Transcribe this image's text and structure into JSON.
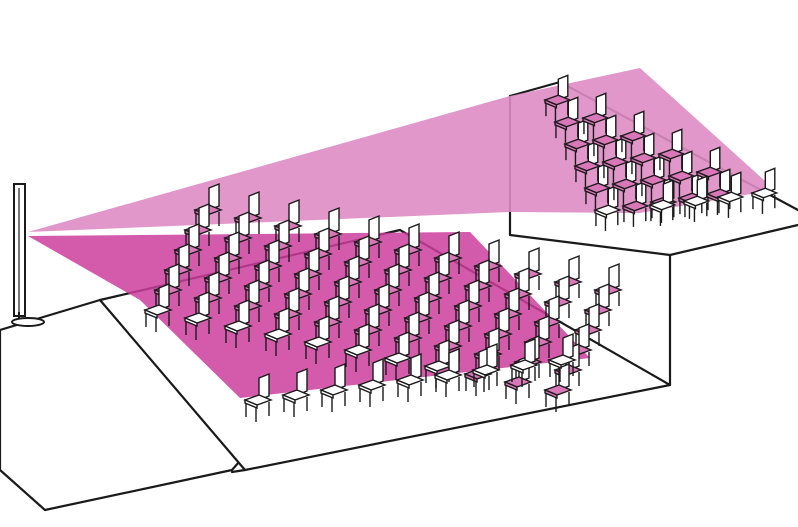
{
  "colors": {
    "beam_lower": "#cc3d9c",
    "beam_upper": "#df8cc4",
    "seat_lit": "#d977b8",
    "seat_unlit": "#ffffff",
    "line": "#1a1a1a"
  },
  "scene": {
    "speaker": "column-loudspeaker",
    "lower_seating": {
      "rows": 6,
      "columns": 11
    },
    "balcony_seating": {
      "rows": 6,
      "columns": 5
    }
  }
}
